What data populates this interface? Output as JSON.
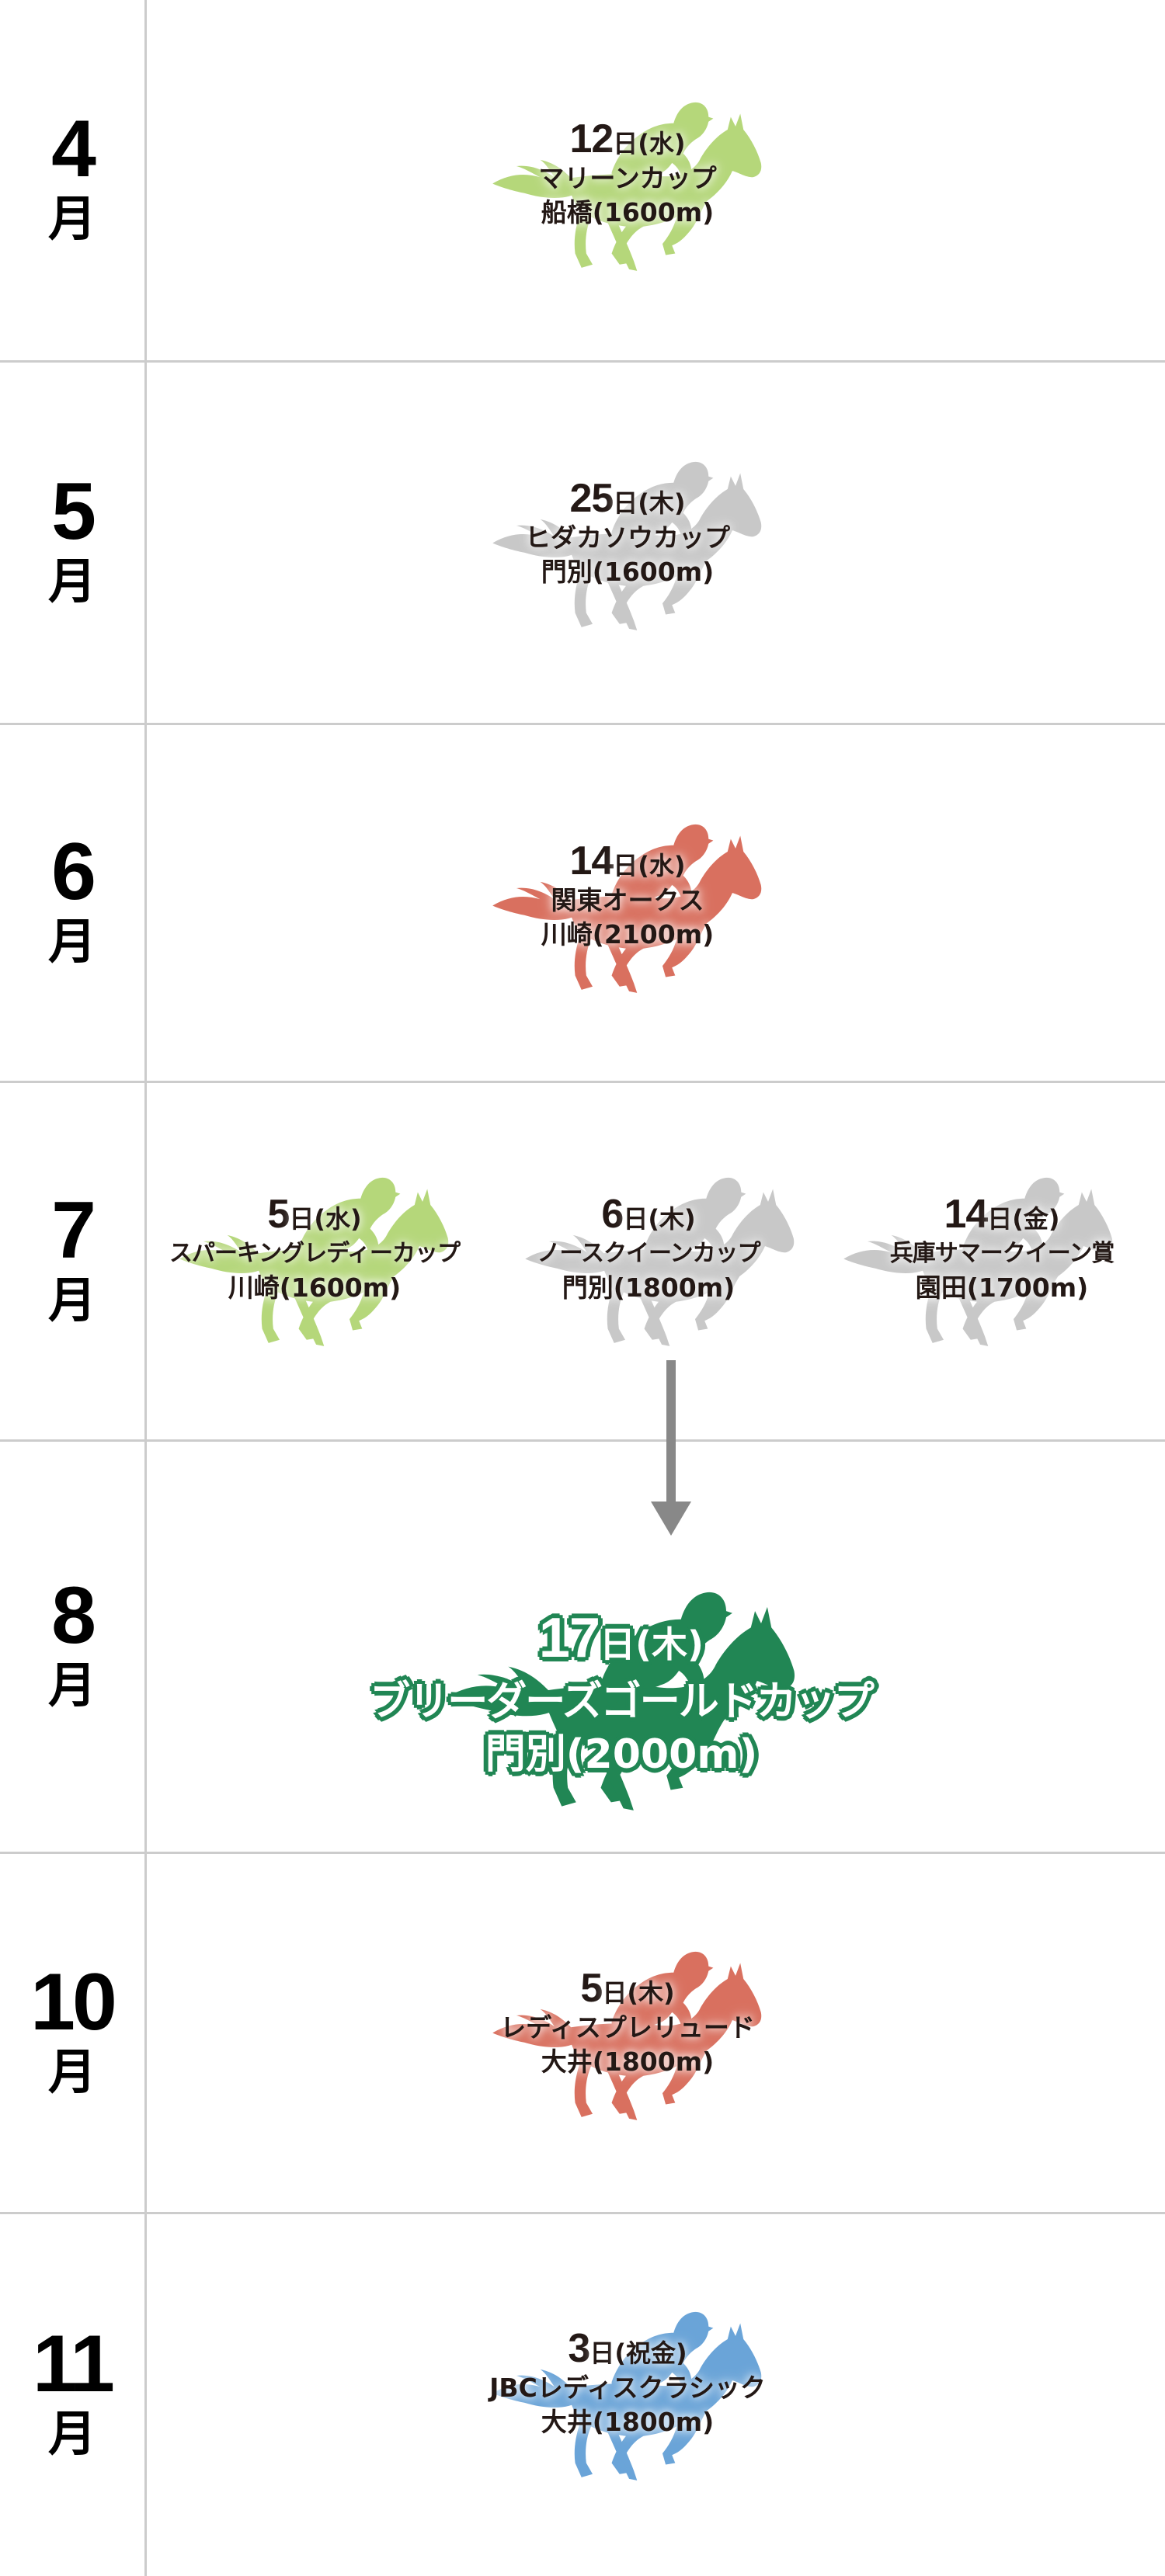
{
  "colors": {
    "light_green": "#b5d77a",
    "gray": "#c8c8c8",
    "salmon": "#d9705f",
    "blue": "#6aa4d8",
    "featured_green": "#218654",
    "arrow": "#888888",
    "divider": "#cccccc"
  },
  "schedule": [
    {
      "month_num": "4",
      "month_unit": "月",
      "races": [
        {
          "day": "12",
          "day_unit": "日",
          "weekday": "(水)",
          "name": "マリーンカップ",
          "venue": "船橋(1600m)",
          "color": "light_green"
        }
      ]
    },
    {
      "month_num": "5",
      "month_unit": "月",
      "races": [
        {
          "day": "25",
          "day_unit": "日",
          "weekday": "(木)",
          "name": "ヒダカソウカップ",
          "venue": "門別(1600m)",
          "color": "gray"
        }
      ]
    },
    {
      "month_num": "6",
      "month_unit": "月",
      "races": [
        {
          "day": "14",
          "day_unit": "日",
          "weekday": "(水)",
          "name": "関東オークス",
          "venue": "川崎(2100m)",
          "color": "salmon"
        }
      ]
    },
    {
      "month_num": "7",
      "month_unit": "月",
      "races": [
        {
          "day": "5",
          "day_unit": "日",
          "weekday": "(水)",
          "name": "スパーキングレディーカップ",
          "venue": "川崎(1600m)",
          "color": "light_green"
        },
        {
          "day": "6",
          "day_unit": "日",
          "weekday": "(木)",
          "name": "ノースクイーンカップ",
          "venue": "門別(1800m)",
          "color": "gray"
        },
        {
          "day": "14",
          "day_unit": "日",
          "weekday": "(金)",
          "name": "兵庫サマークイーン賞",
          "venue": "園田(1700m)",
          "color": "gray"
        }
      ]
    },
    {
      "month_num": "8",
      "month_unit": "月",
      "races": [
        {
          "day": "17",
          "day_unit": "日",
          "weekday": "(木)",
          "name": "ブリーダーズゴールドカップ",
          "venue": "門別(2000m)",
          "color": "featured_green",
          "featured": true
        }
      ]
    },
    {
      "month_num": "10",
      "month_unit": "月",
      "races": [
        {
          "day": "5",
          "day_unit": "日",
          "weekday": "(木)",
          "name": "レディスプレリュード",
          "venue": "大井(1800m)",
          "color": "salmon"
        }
      ]
    },
    {
      "month_num": "11",
      "month_unit": "月",
      "races": [
        {
          "day": "3",
          "day_unit": "日",
          "weekday": "(祝金)",
          "name": "JBCレディスクラシック",
          "venue": "大井(1800m)",
          "color": "blue"
        }
      ]
    }
  ],
  "icons": {
    "race_marker": "horse-jockey-silhouette-icon",
    "progression": "arrow-down-icon"
  }
}
